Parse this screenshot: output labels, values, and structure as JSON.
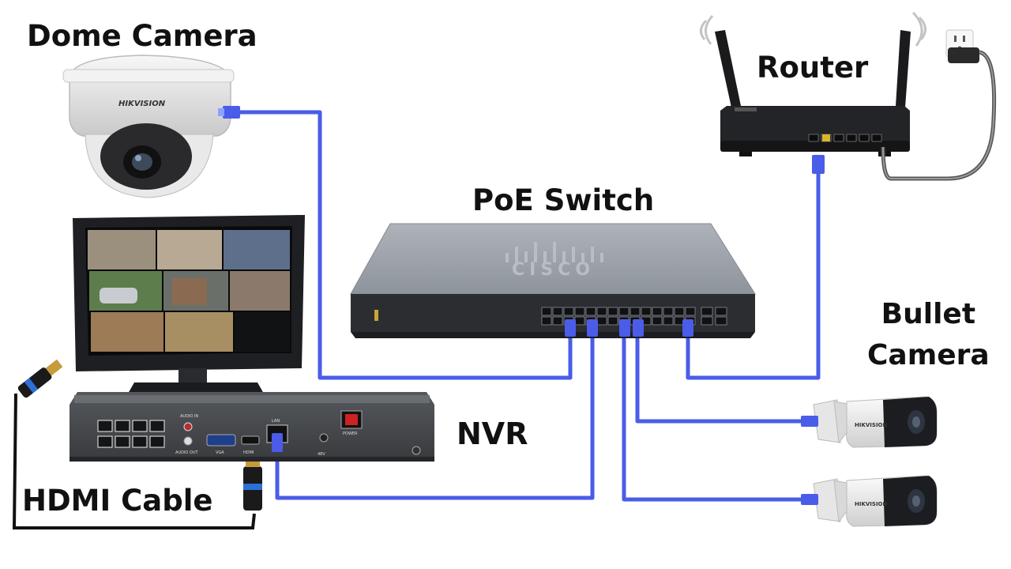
{
  "labels": {
    "dome_camera": "Dome Camera",
    "router": "Router",
    "poe_switch": "PoE Switch",
    "bullet_camera_line1": "Bullet",
    "bullet_camera_line2": "Camera",
    "nvr": "NVR",
    "hdmi_cable": "HDMI Cable"
  },
  "device_marks": {
    "dome_brand": "HIKVISION",
    "bullet_brand": "HIKVISION",
    "switch_brand": "CISCO",
    "nvr_audio_in": "AUDIO IN",
    "nvr_audio_out": "AUDIO OUT",
    "nvr_vga": "VGA",
    "nvr_hdmi": "HDMI",
    "nvr_lan": "LAN",
    "nvr_power": "POWER",
    "nvr_dc": "48V"
  },
  "colors": {
    "ethernet_cable": "#4a5ce8",
    "hdmi_cable": "#111111",
    "device_dark": "#2b2d30",
    "switch_face": "#9aa0a8",
    "camera_white": "#eeeeee"
  }
}
